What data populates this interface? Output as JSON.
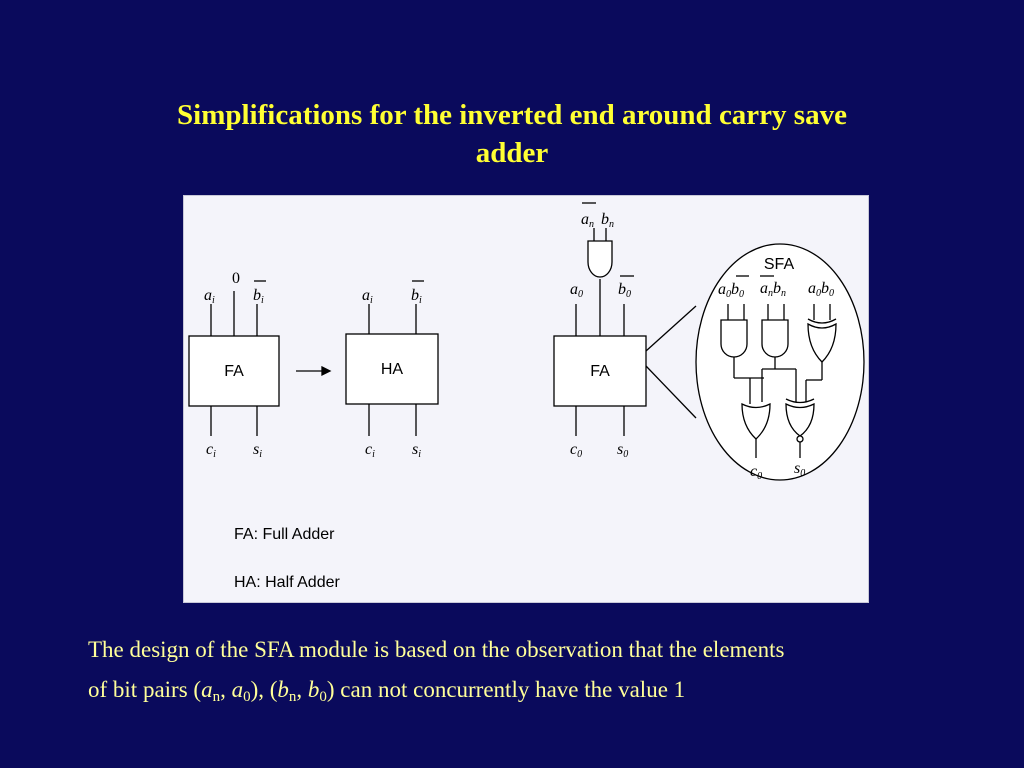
{
  "slide": {
    "title_line1": "Simplifications for the inverted end around carry save",
    "title_line2": "adder",
    "colors": {
      "background": "#0a0a5c",
      "title": "#ffff33",
      "body_text": "#ffff99",
      "panel": "#f4f4fa"
    }
  },
  "diagram": {
    "fa1": {
      "box_label": "FA",
      "zero_label": "0",
      "in_a": "a",
      "in_b": "b",
      "out_c": "c",
      "out_s": "s",
      "sub": "i"
    },
    "ha": {
      "box_label": "HA",
      "in_a": "a",
      "in_b": "b",
      "out_c": "c",
      "out_s": "s",
      "sub": "i"
    },
    "fa2": {
      "box_label": "FA",
      "in_a": "a",
      "in_b": "b",
      "out_c": "c",
      "out_s": "s",
      "sub": "0",
      "top_a": "a",
      "top_b": "b",
      "top_sub": "n"
    },
    "sfa": {
      "label": "SFA",
      "pair1_a": "a",
      "pair1_b": "b",
      "pair1_sub": "0",
      "pair2_a": "a",
      "pair2_b": "b",
      "pair2_sub": "n",
      "pair3_a": "a",
      "pair3_b": "b",
      "pair3_sub": "0",
      "out_c": "c",
      "out_s": "s",
      "out_sub": "0"
    },
    "legend_fa": "FA: Full Adder",
    "legend_ha": "HA: Half Adder"
  },
  "body": {
    "line1": "The design of the SFA module is based on the observation that the elements",
    "line2_prefix": "of bit pairs (",
    "var_an": "a",
    "sub_n1": "n",
    "comma1": ", ",
    "var_a0": "a",
    "sub_01": "0",
    "mid": "), (",
    "var_bn": "b",
    "sub_n2": "n",
    "comma2": ", ",
    "var_b0": "b",
    "sub_02": "0",
    "suffix": ") can not concurrently have the value 1"
  }
}
